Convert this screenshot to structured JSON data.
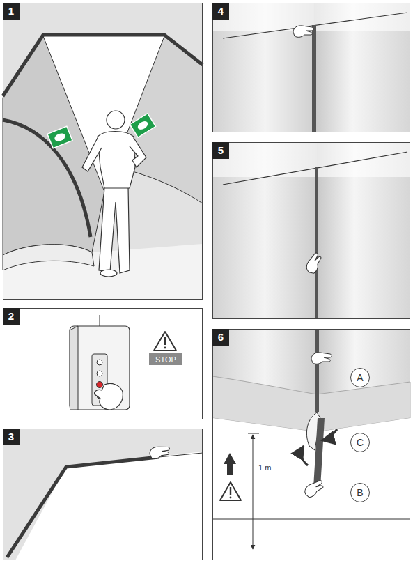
{
  "diagram": {
    "nodes": [
      {
        "text": [
          "1"
        ]
      },
      {
        "text": [
          "2"
        ]
      },
      {
        "text": [
          "STOP"
        ],
        "in": 1
      },
      {
        "text": [
          "3"
        ]
      },
      {
        "text": [
          "4"
        ]
      },
      {
        "text": [
          "5"
        ]
      },
      {
        "text": [
          "6"
        ]
      },
      {
        "text": [
          "A"
        ],
        "in": 6
      },
      {
        "text": [
          "C"
        ],
        "in": 6
      },
      {
        "text": [
          "B"
        ],
        "in": 6
      }
    ],
    "labels": [
      "1 m"
    ]
  }
}
